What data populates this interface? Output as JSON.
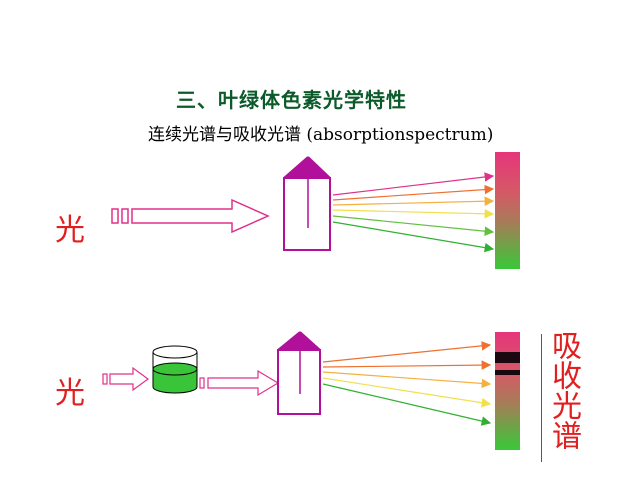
{
  "heading": {
    "title": "三、叶绿体色素光学特性",
    "subtitle": "连续光谱与吸收光谱 (absorptionspectrum)"
  },
  "top_diagram": {
    "light_label": "光"
  },
  "bottom_diagram": {
    "light_label": "光",
    "spectrum_label": "吸收光谱"
  },
  "colors": {
    "label_red": "#e02020",
    "title_green": "#0b5a2a",
    "prism_magenta": "#b0109a",
    "chlorophyll_green": "#3ac43a",
    "rays": [
      "#e0308a",
      "#f07030",
      "#f4b040",
      "#f0e050",
      "#60c040",
      "#30b030"
    ]
  }
}
